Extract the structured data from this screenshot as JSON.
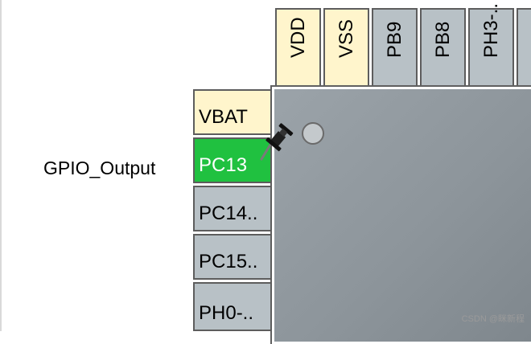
{
  "signal_label": "GPIO_Output",
  "left_pins": [
    {
      "label": "VBAT",
      "state": "power"
    },
    {
      "label": "PC13",
      "state": "active"
    },
    {
      "label": "PC14..",
      "state": "gpio"
    },
    {
      "label": "PC15..",
      "state": "gpio"
    },
    {
      "label": "PH0-..",
      "state": "gpio"
    }
  ],
  "top_pins": [
    {
      "label": "VDD",
      "state": "power"
    },
    {
      "label": "VSS",
      "state": "power"
    },
    {
      "label": "PB9",
      "state": "gpio"
    },
    {
      "label": "PB8",
      "state": "gpio"
    },
    {
      "label": "PH3-..",
      "state": "gpio"
    }
  ],
  "colors": {
    "power": "#fff5cc",
    "gpio": "#b8c1c6",
    "active": "#20c140",
    "chip": "#8d959b"
  },
  "pin1_icon": "pushpin-icon",
  "watermark": "CSDN @眯新程"
}
